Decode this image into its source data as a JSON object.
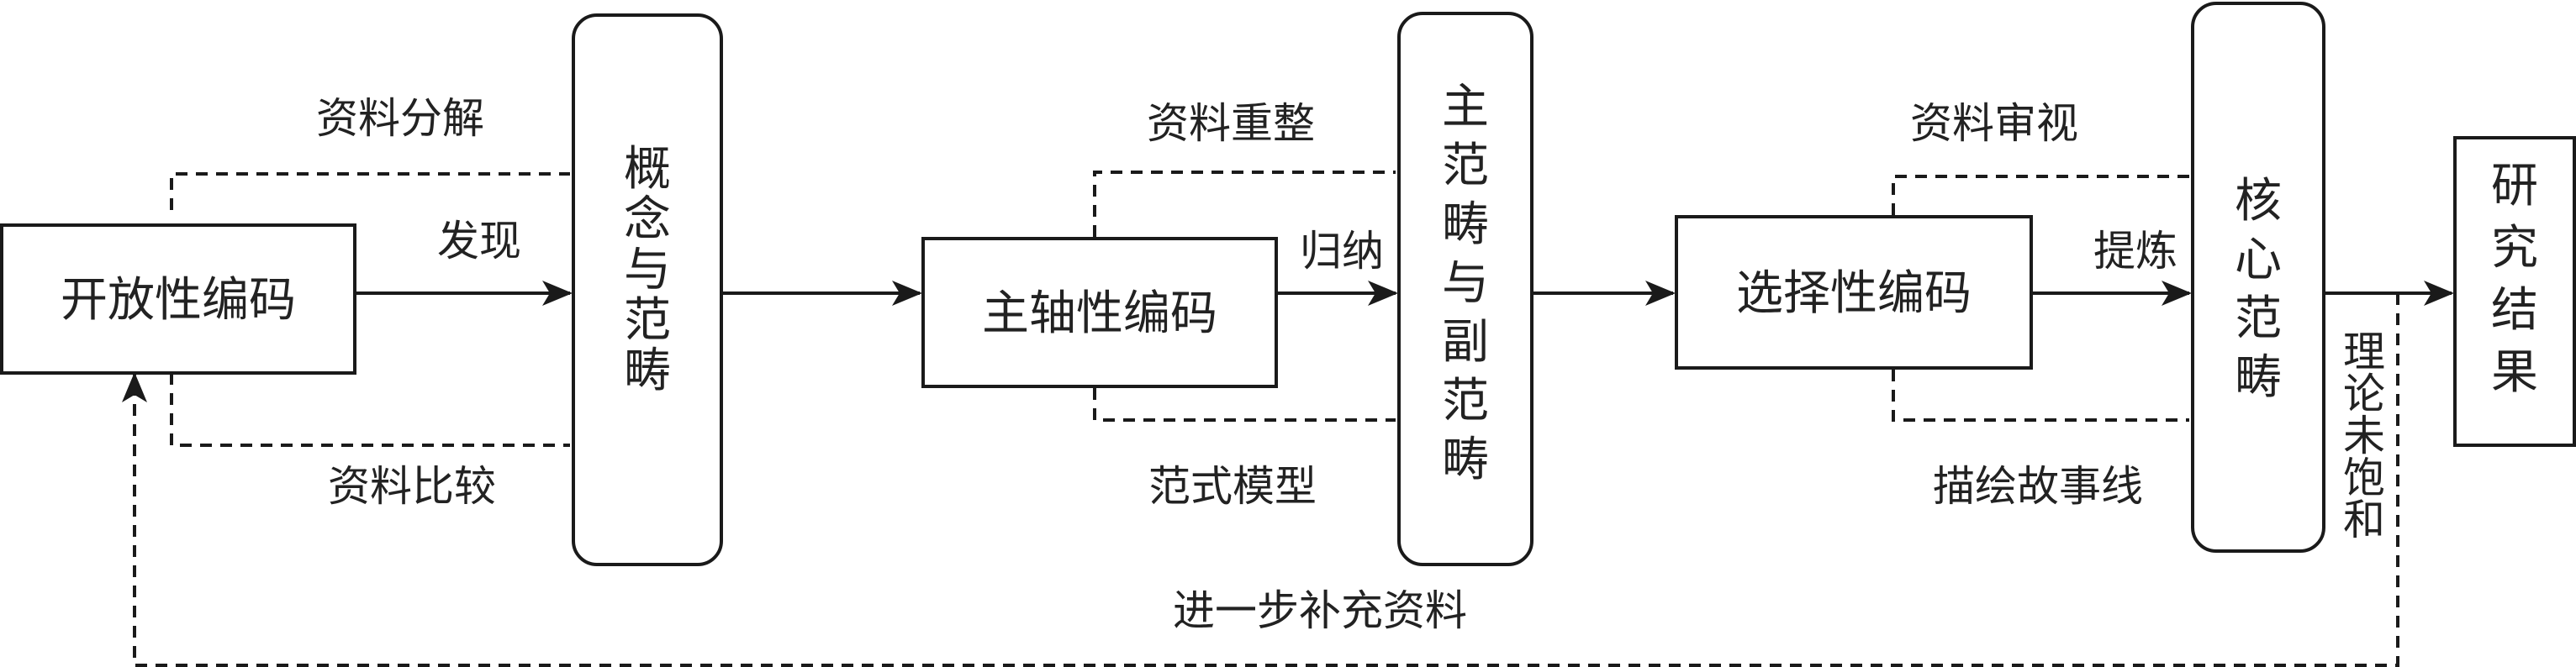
{
  "nodes": {
    "open_coding": "开放性编码",
    "concepts_categories": "概念与范畴",
    "axial_coding": "主轴性编码",
    "main_sub_categories": "主范畴与副范畴",
    "selective_coding": "选择性编码",
    "core_category": "核心范畴",
    "research_result": "研究结果"
  },
  "edges": {
    "data_decomposition": "资料分解",
    "discover": "发现",
    "data_comparison": "资料比较",
    "data_reorganize": "资料重整",
    "induce": "归纳",
    "paradigm_model": "范式模型",
    "data_review": "资料审视",
    "refine": "提炼",
    "storyline": "描绘故事线",
    "theory_unsaturated": "理论未饱和",
    "supplement_data": "进一步补充资料"
  }
}
